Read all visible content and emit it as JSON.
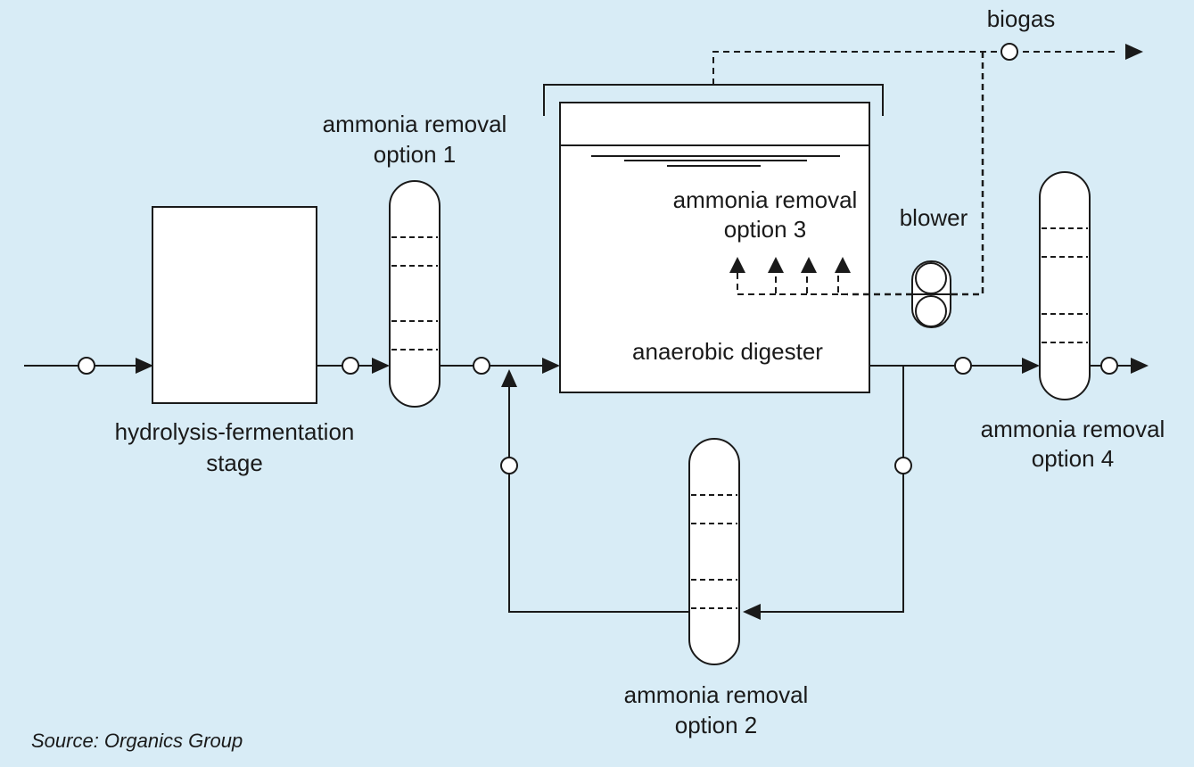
{
  "diagram": {
    "background_color": "#d8ecf6",
    "labels": {
      "hydrolysis_line1": "hydrolysis-fermentation",
      "hydrolysis_line2": "stage",
      "opt1_line1": "ammonia removal",
      "opt1_line2": "option 1",
      "opt2_line1": "ammonia removal",
      "opt2_line2": "option 2",
      "opt3_line1": "ammonia removal",
      "opt3_line2": "option 3",
      "opt4_line1": "ammonia removal",
      "opt4_line2": "option 4",
      "digester": "anaerobic digester",
      "blower": "blower",
      "biogas": "biogas"
    },
    "source": "Source: Organics Group"
  }
}
